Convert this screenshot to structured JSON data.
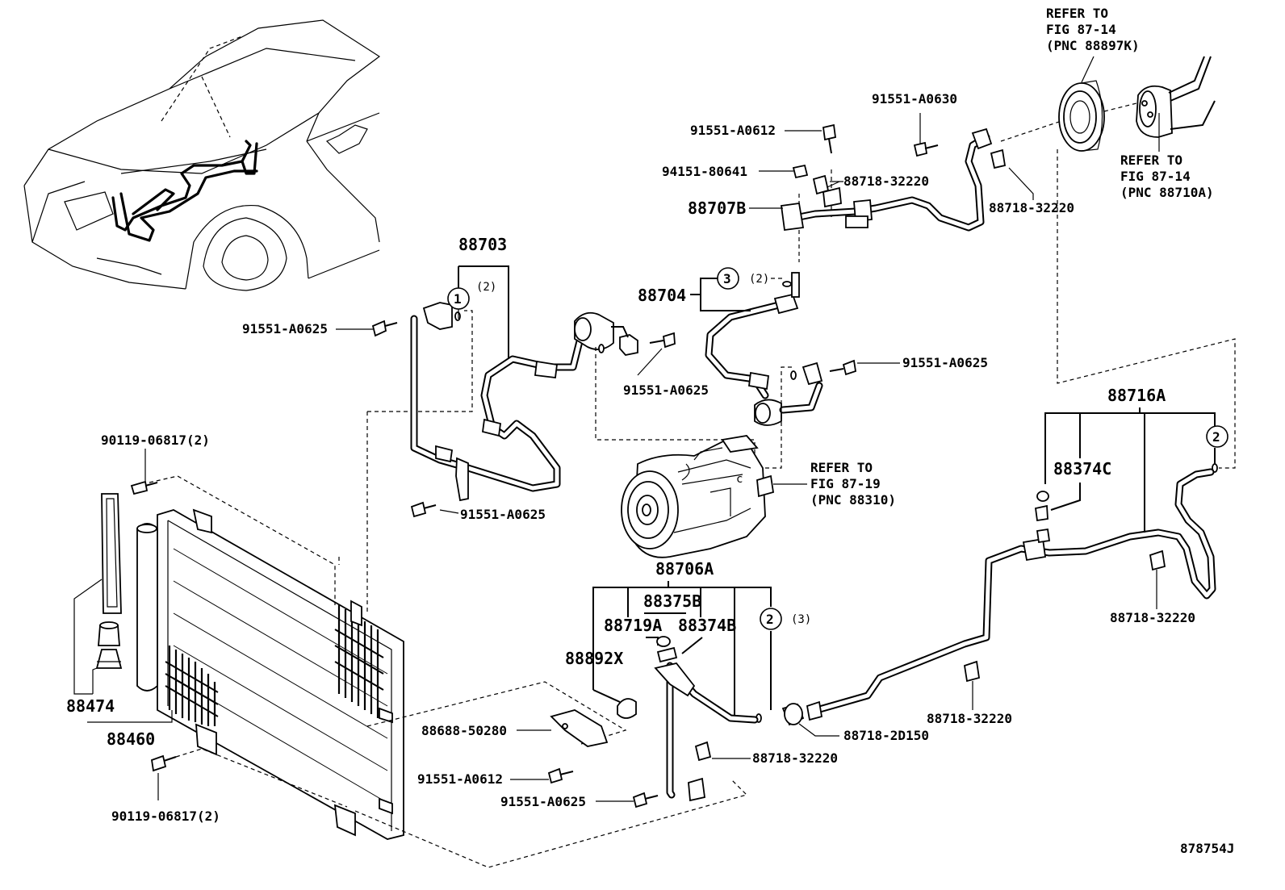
{
  "diagram_id": "878754J",
  "labels": {
    "p88703": "88703",
    "p88704": "88704",
    "p88706A": "88706A",
    "p88707B": "88707B",
    "p88716A": "88716A",
    "p88374C": "88374C",
    "p88375B": "88375B",
    "p88719A": "88719A",
    "p88374B": "88374B",
    "p88892X": "88892X",
    "p88474": "88474",
    "p88460": "88460",
    "bolt_a0625_1": "91551-A0625",
    "bolt_a0625_2": "91551-A0625",
    "bolt_a0625_3": "91551-A0625",
    "bolt_a0625_4": "91551-A0625",
    "bolt_a0625_5": "91551-A0625",
    "bolt_a0612_1": "91551-A0612",
    "bolt_a0612_2": "91551-A0612",
    "bolt_a0630": "91551-A0630",
    "nut_80641": "94151-80641",
    "clamp_1": "88718-32220",
    "clamp_2": "88718-32220",
    "clamp_3": "88718-32220",
    "clamp_4": "88718-32220",
    "clamp_5": "88718-32220",
    "valve_2d150": "88718-2D150",
    "bracket_50280": "88688-50280",
    "bolt_06817_top": "90119-06817(2)",
    "bolt_06817_bot": "90119-06817(2)",
    "ref1_l1": "REFER TO",
    "ref1_l2": "FIG 87-14",
    "ref1_l3": "(PNC 88897K)",
    "ref2_l1": "REFER TO",
    "ref2_l2": "FIG 87-14",
    "ref2_l3": "(PNC 88710A)",
    "ref3_l1": "REFER TO",
    "ref3_l2": "FIG 87-19",
    "ref3_l3": "(PNC 88310)"
  },
  "callouts": {
    "c1": "1",
    "c1_qty": "(2)",
    "c2a": "2",
    "c2b": "2",
    "c2b_qty": "(3)",
    "c3": "3",
    "c3_qty": "(2)"
  },
  "colors": {
    "line": "#000000",
    "background": "#ffffff"
  }
}
